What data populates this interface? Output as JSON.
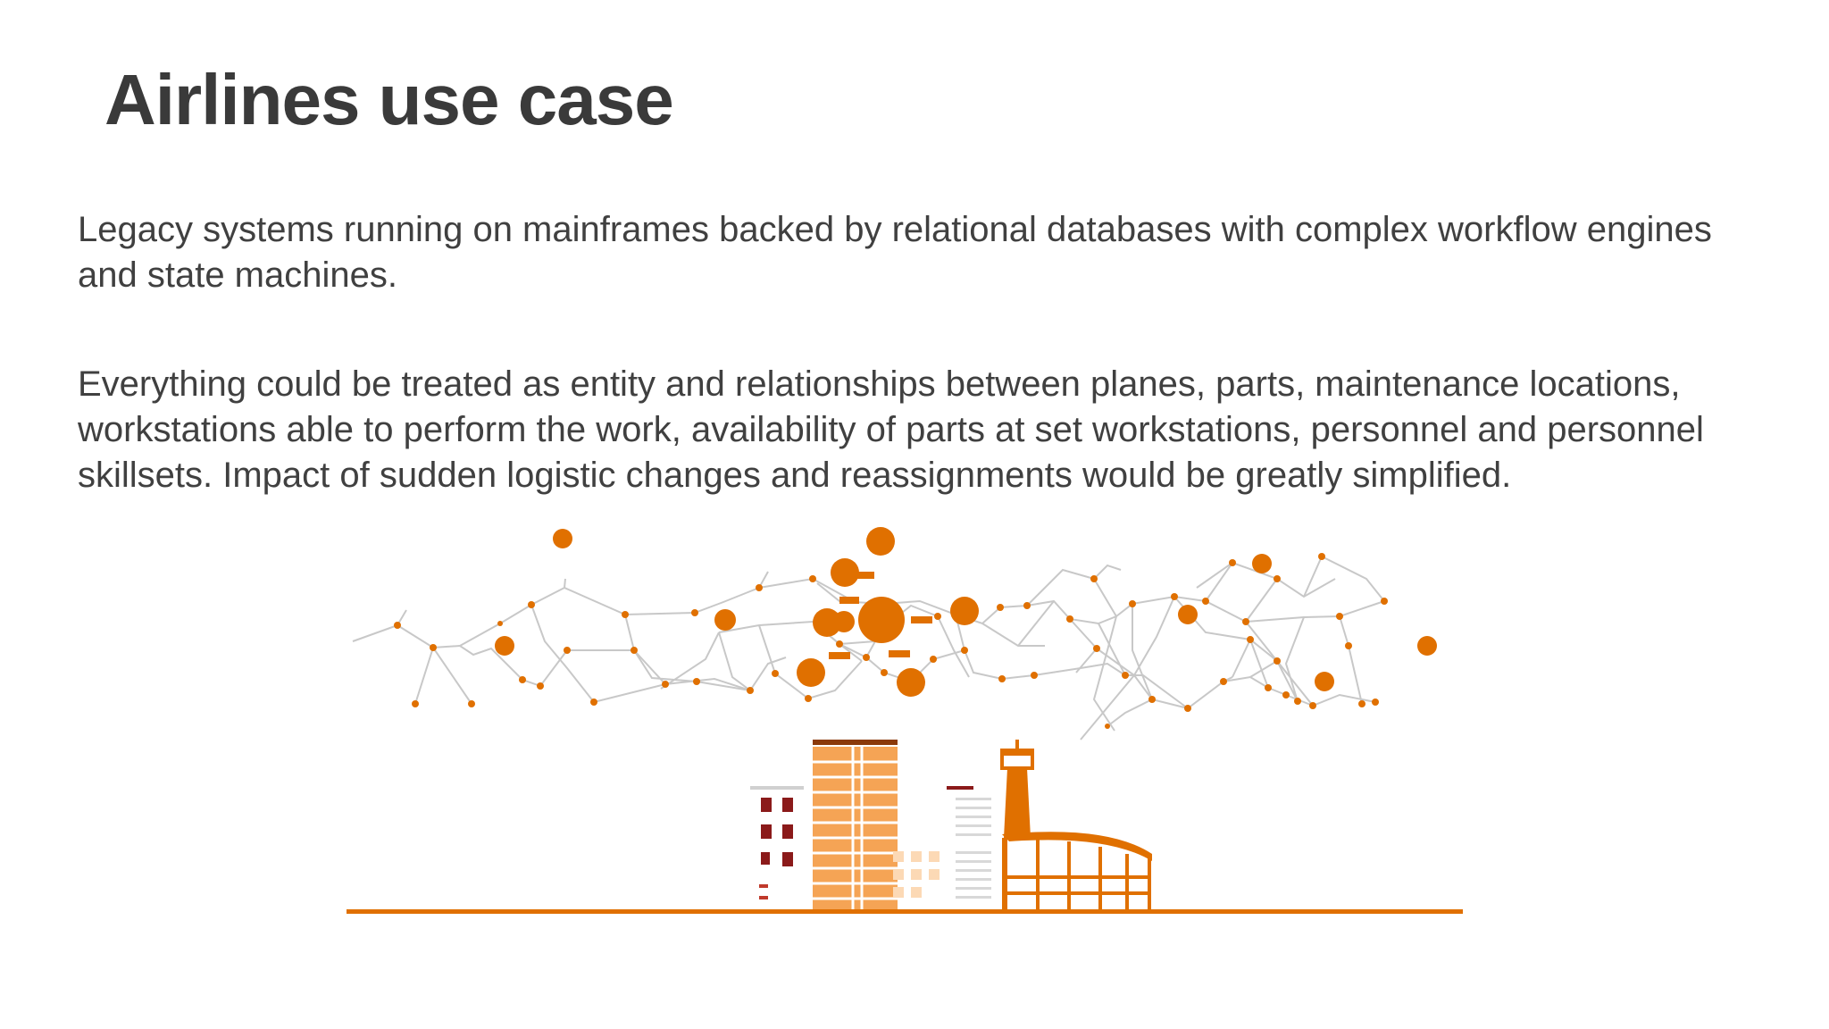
{
  "slide": {
    "title": "Airlines use case",
    "paragraphs": [
      "Legacy systems running on mainframes backed by relational databases with complex workflow engines and state machines.",
      "Everything could be treated as entity and relationships between planes, parts, maintenance locations, workstations able to perform the work, availability of parts at set workstations, personnel and personnel skillsets.  Impact of sudden logistic changes and reassignments would be greatly simplified."
    ]
  },
  "illustration": {
    "subject": "network-graph-over-airport-and-city-skyline",
    "colors": {
      "accent": "#e07000",
      "light_accent": "#f5a455",
      "edge": "#c8c8c8",
      "dark_red": "#8b1a1a"
    }
  }
}
